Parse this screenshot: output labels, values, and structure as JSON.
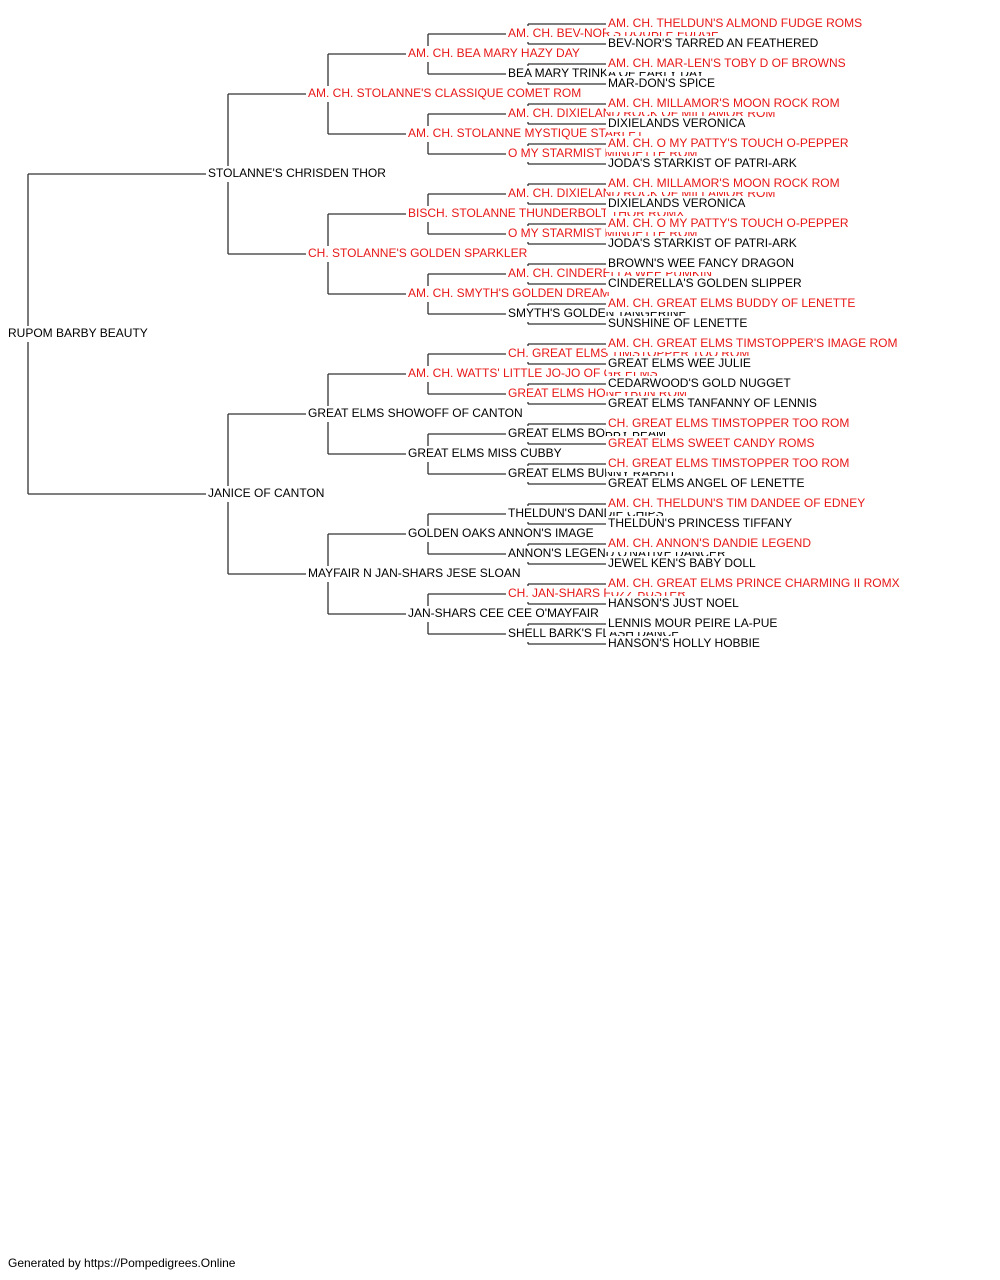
{
  "colors": {
    "champion": "#e81818",
    "normal": "#000000",
    "line": "#333333"
  },
  "pedigree": {
    "subject": {
      "name": "RUPOM BARBY BEAUTY",
      "champion": false
    },
    "sire": {
      "name": "STOLANNE'S CHRISDEN THOR",
      "champion": false
    },
    "dam": {
      "name": "JANICE OF CANTON",
      "champion": false
    },
    "grandparents": [
      {
        "name": "AM. CH. STOLANNE'S CLASSIQUE COMET ROM",
        "champion": true
      },
      {
        "name": "CH. STOLANNE'S GOLDEN SPARKLER",
        "champion": true
      },
      {
        "name": "GREAT ELMS SHOWOFF OF CANTON",
        "champion": false
      },
      {
        "name": "MAYFAIR N JAN-SHARS JESE SLOAN",
        "champion": false
      }
    ],
    "great_grandparents": [
      {
        "name": "AM. CH. BEA MARY HAZY DAY",
        "champion": true
      },
      {
        "name": "AM. CH. STOLANNE MYSTIQUE STARLET",
        "champion": true
      },
      {
        "name": "BISCH. STOLANNE THUNDERBOLT THOR ROMX",
        "champion": true
      },
      {
        "name": "AM. CH. SMYTH'S GOLDEN DREAM",
        "champion": true
      },
      {
        "name": "AM. CH. WATTS' LITTLE JO-JO OF GR ELMS",
        "champion": true
      },
      {
        "name": "GREAT ELMS MISS CUBBY",
        "champion": false
      },
      {
        "name": "GOLDEN OAKS ANNON'S IMAGE",
        "champion": false
      },
      {
        "name": "JAN-SHARS CEE CEE O'MAYFAIR",
        "champion": false
      }
    ],
    "gen4": [
      {
        "name": "AM. CH. BEV-NOR'S DOUBLE FUDGE",
        "champion": true
      },
      {
        "name": "BEA MARY TRINKA OF EARLY DAY",
        "champion": false
      },
      {
        "name": "AM. CH. DIXIELAND ROCK OF MILLAMOR ROM",
        "champion": true
      },
      {
        "name": "O MY STARMIST MINUETTE ROM",
        "champion": true
      },
      {
        "name": "AM. CH. DIXIELAND ROCK OF MILLAMOR ROM",
        "champion": true
      },
      {
        "name": "O MY STARMIST MINUETTE ROM",
        "champion": true
      },
      {
        "name": "AM. CH. CINDERELLA WEE PUMKIN",
        "champion": true
      },
      {
        "name": "SMYTH'S GOLDEN TANGERINE",
        "champion": false
      },
      {
        "name": "CH. GREAT ELMS TIMSTOPPER TOO ROM",
        "champion": true
      },
      {
        "name": "GREAT ELMS HONEYBUN ROM",
        "champion": true
      },
      {
        "name": "GREAT ELMS BOBBY BEAM",
        "champion": false
      },
      {
        "name": "GREAT ELMS BUNNY RABBIT",
        "champion": false
      },
      {
        "name": "THELDUN'S DANDIE CHIPS",
        "champion": false
      },
      {
        "name": "ANNON'S LEGEND O'NATIVE DANCER",
        "champion": false
      },
      {
        "name": "CH. JAN-SHARS FUZZ BUSTER",
        "champion": true
      },
      {
        "name": "SHELL BARK'S FLASH DANCE",
        "champion": false
      }
    ],
    "gen5": [
      {
        "name": "AM. CH. THELDUN'S ALMOND FUDGE ROMS",
        "champion": true
      },
      {
        "name": "BEV-NOR'S TARRED AN FEATHERED",
        "champion": false
      },
      {
        "name": "AM. CH. MAR-LEN'S TOBY D OF BROWNS",
        "champion": true
      },
      {
        "name": "MAR-DON'S SPICE",
        "champion": false
      },
      {
        "name": "AM. CH. MILLAMOR'S MOON ROCK ROM",
        "champion": true
      },
      {
        "name": "DIXIELANDS VERONICA",
        "champion": false
      },
      {
        "name": "AM. CH. O MY PATTY'S TOUCH O-PEPPER",
        "champion": true
      },
      {
        "name": "JODA'S STARKIST OF PATRI-ARK",
        "champion": false
      },
      {
        "name": "AM. CH. MILLAMOR'S MOON ROCK ROM",
        "champion": true
      },
      {
        "name": "DIXIELANDS VERONICA",
        "champion": false
      },
      {
        "name": "AM. CH. O MY PATTY'S TOUCH O-PEPPER",
        "champion": true
      },
      {
        "name": "JODA'S STARKIST OF PATRI-ARK",
        "champion": false
      },
      {
        "name": "BROWN'S WEE FANCY DRAGON",
        "champion": false
      },
      {
        "name": "CINDERELLA'S GOLDEN SLIPPER",
        "champion": false
      },
      {
        "name": "AM. CH. GREAT ELMS BUDDY OF LENETTE",
        "champion": true
      },
      {
        "name": "SUNSHINE OF LENETTE",
        "champion": false
      },
      {
        "name": "AM. CH. GREAT ELMS TIMSTOPPER'S IMAGE ROM",
        "champion": true
      },
      {
        "name": "GREAT ELMS WEE JULIE",
        "champion": false
      },
      {
        "name": "CEDARWOOD'S GOLD NUGGET",
        "champion": false
      },
      {
        "name": "GREAT ELMS TANFANNY OF LENNIS",
        "champion": false
      },
      {
        "name": "CH. GREAT ELMS TIMSTOPPER TOO ROM",
        "champion": true
      },
      {
        "name": "GREAT ELMS SWEET CANDY ROMS",
        "champion": true
      },
      {
        "name": "CH. GREAT ELMS TIMSTOPPER TOO ROM",
        "champion": true
      },
      {
        "name": "GREAT ELMS ANGEL OF LENETTE",
        "champion": false
      },
      {
        "name": "AM. CH. THELDUN'S TIM DANDEE OF EDNEY",
        "champion": true
      },
      {
        "name": "THELDUN'S PRINCESS TIFFANY",
        "champion": false
      },
      {
        "name": "AM. CH. ANNON'S DANDIE LEGEND",
        "champion": true
      },
      {
        "name": "JEWEL KEN'S BABY DOLL",
        "champion": false
      },
      {
        "name": "AM. CH. GREAT ELMS PRINCE CHARMING II ROMX",
        "champion": true
      },
      {
        "name": "HANSON'S JUST NOEL",
        "champion": false
      },
      {
        "name": "LENNIS MOUR PEIRE LA-PUE",
        "champion": false
      },
      {
        "name": "HANSON'S HOLLY HOBBIE",
        "champion": false
      }
    ]
  },
  "footer": "Generated by https://Pompedigrees.Online"
}
